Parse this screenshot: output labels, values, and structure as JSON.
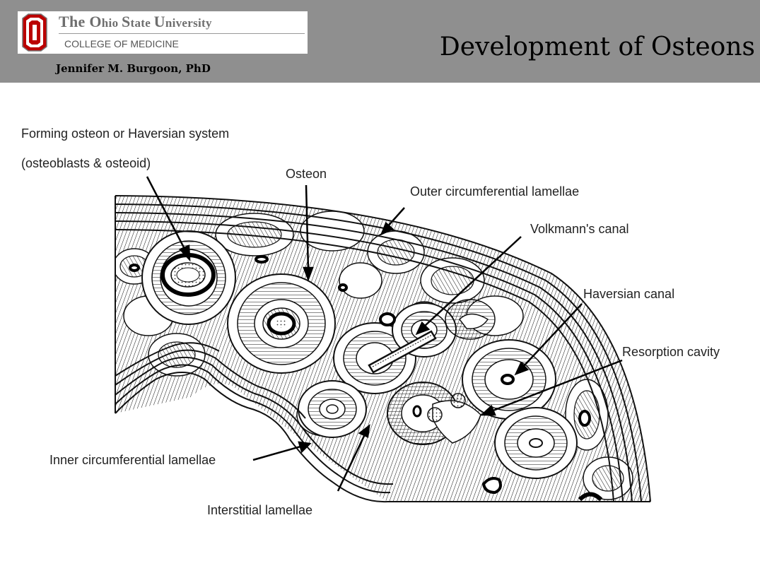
{
  "header": {
    "university_the": "The ",
    "university_o": "O",
    "university_hio": "hio ",
    "university_s": "S",
    "university_tate": "tate ",
    "university_u": "U",
    "university_niversity": "niversity",
    "college": "COLLEGE OF MEDICINE",
    "author": "Jennifer M. Burgoon, PhD",
    "title": "Development of Osteons"
  },
  "labels": {
    "forming_1": "Forming osteon or Haversian system",
    "forming_2": "(osteoblasts & osteoid)",
    "osteon": "Osteon",
    "outer": "Outer circumferential lamellae",
    "volkmann": "Volkmann's canal",
    "haversian": "Haversian canal",
    "resorption": "Resorption cavity",
    "inner": "Inner circumferential lamellae",
    "interstitial": "Interstitial lamellae"
  },
  "colors": {
    "header_bg": "#8f8f8f",
    "logo_red": "#bb0000"
  }
}
